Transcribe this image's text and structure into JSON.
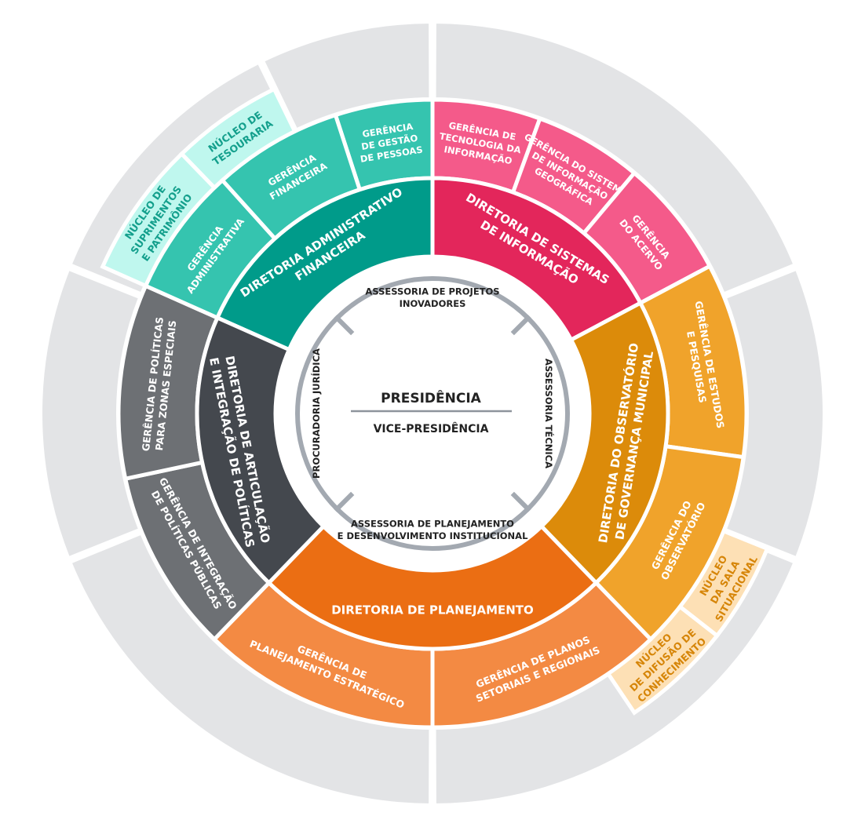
{
  "center": {
    "title": "PRESIDÊNCIA",
    "subtitle": "VICE-PRESIDÊNCIA",
    "assessorias": [
      {
        "key": "projetos",
        "lines": [
          "ASSESSORIA DE PROJETOS",
          "INOVADORES"
        ]
      },
      {
        "key": "tecnica",
        "lines": [
          "ASSESSORIA TÉCNICA"
        ]
      },
      {
        "key": "planejamento",
        "lines": [
          "ASSESSORIA DE PLANEJAMENTO",
          "E DESENVOLVIMENTO INSTITUCIONAL"
        ]
      },
      {
        "key": "juridica",
        "lines": [
          "PROCURADORIA JURÍDICA"
        ]
      }
    ]
  },
  "diretorias": [
    {
      "key": "administrativo",
      "lines": [
        "DIRETORIA ADMINISTRATIVO",
        "FINANCEIRA"
      ],
      "color": "#009b8a"
    },
    {
      "key": "sistemas",
      "lines": [
        "DIRETORIA DE SISTEMAS",
        "DE INFORMAÇÃO"
      ],
      "color": "#e3265b"
    },
    {
      "key": "observatorio",
      "lines": [
        "DIRETORIA DO OBSERVATÓRIO",
        "DE GOVERNANÇA MUNICIPAL"
      ],
      "color": "#dc8b0a"
    },
    {
      "key": "planejamento",
      "lines": [
        "DIRETORIA DE PLANEJAMENTO"
      ],
      "color": "#eb6e13"
    },
    {
      "key": "articulacao",
      "lines": [
        "DIRETORIA DE ARTICULAÇÃO",
        "E INTEGRAÇÃO DE POLÍTICAS"
      ],
      "color": "#44484e"
    }
  ],
  "gerencias": [
    {
      "key": "gestao-pessoas",
      "lines": [
        "GERÊNCIA",
        "DE GESTÃO",
        "DE PESSOAS"
      ],
      "color": "#35c4af",
      "text_color": "#ffffff"
    },
    {
      "key": "ti",
      "lines": [
        "GERÊNCIA DE",
        "TECNOLOGIA DA",
        "INFORMAÇÃO"
      ],
      "color": "#f45a8a",
      "text_color": "#ffffff"
    },
    {
      "key": "sig",
      "lines": [
        "GERÊNCIA DO SISTEMA",
        "DE INFORMAÇÃO",
        "GEOGRÁFICA"
      ],
      "color": "#f45a8a",
      "text_color": "#ffffff"
    },
    {
      "key": "acervo",
      "lines": [
        "GERÊNCIA",
        "DO ACERVO"
      ],
      "color": "#f45a8a",
      "text_color": "#ffffff"
    },
    {
      "key": "estudos",
      "lines": [
        "GERÊNCIA DE ESTUDOS",
        "E PESQUISAS"
      ],
      "color": "#f0a32b",
      "text_color": "#ffffff"
    },
    {
      "key": "observatorio",
      "lines": [
        "GERÊNCIA DO",
        "OBSERVATÓRIO"
      ],
      "color": "#f0a32b",
      "text_color": "#ffffff"
    },
    {
      "key": "planos",
      "lines": [
        "GERÊNCIA DE PLANOS",
        "SETORIAIS E REGIONAIS"
      ],
      "color": "#f38a43",
      "text_color": "#ffffff"
    },
    {
      "key": "estrategico",
      "lines": [
        "GERÊNCIA DE",
        "PLANEJAMENTO ESTRATÉGICO"
      ],
      "color": "#f38a43",
      "text_color": "#ffffff"
    },
    {
      "key": "integracao",
      "lines": [
        "GERÊNCIA DE INTEGRAÇÃO",
        "DE POLÍTICAS PÚBLICAS"
      ],
      "color": "#6d7074",
      "text_color": "#ffffff"
    },
    {
      "key": "zonas",
      "lines": [
        "GERÊNCIA DE POLÍTICAS",
        "PARA ZONAS ESPECIAIS"
      ],
      "color": "#6d7074",
      "text_color": "#ffffff"
    },
    {
      "key": "administrativa",
      "lines": [
        "GERÊNCIA",
        "ADMINISTRATIVA"
      ],
      "color": "#35c4af",
      "text_color": "#ffffff"
    },
    {
      "key": "financeira",
      "lines": [
        "GERÊNCIA",
        "FINANCEIRA"
      ],
      "color": "#35c4af",
      "text_color": "#ffffff"
    }
  ],
  "nucleos": [
    {
      "key": "tesouraria",
      "lines": [
        "NÚCLEO DE",
        "TESOURARIA"
      ],
      "color": "#bff7ee",
      "text_color": "#139f8c"
    },
    {
      "key": "suprimentos",
      "lines": [
        "NÚCLEO DE",
        "SUPRIMENTOS",
        "E PATRIMÔNIO"
      ],
      "color": "#bff7ee",
      "text_color": "#139f8c"
    },
    {
      "key": "sala-situacional",
      "lines": [
        "NÚCLEO",
        "DA SALA",
        "SITUACIONAL"
      ],
      "color": "#fde0b5",
      "text_color": "#d68508"
    },
    {
      "key": "difusao",
      "lines": [
        "NÚCLEO",
        "DE DIFUSÃO DE",
        "CONHECIMENTO"
      ],
      "color": "#fde0b5",
      "text_color": "#d68508"
    }
  ],
  "colors": {
    "outer_ring": "#e3e4e6",
    "inner_ring": "#a3a9b1",
    "center_fill": "#ffffff",
    "divider": "#ffffff"
  }
}
